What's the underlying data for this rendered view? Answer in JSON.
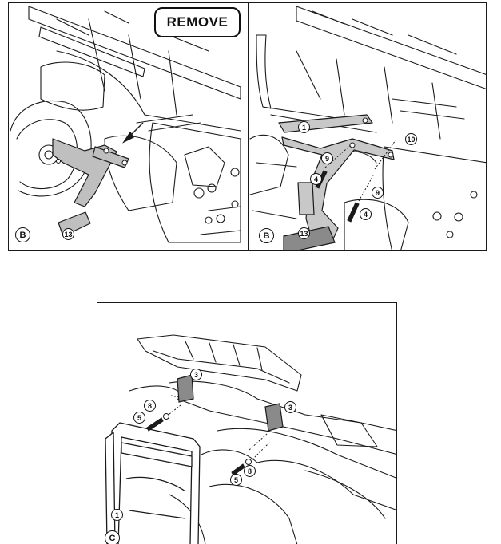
{
  "remove_label": "REMOVE",
  "panels": {
    "b_left": {
      "step": "B",
      "callouts": [
        "13"
      ]
    },
    "b_right": {
      "step": "B",
      "callouts": [
        "1",
        "10",
        "9",
        "4",
        "9",
        "4",
        "13"
      ]
    },
    "c": {
      "step": "C",
      "callouts": [
        "3",
        "3",
        "8",
        "5",
        "8",
        "5",
        "1"
      ]
    }
  },
  "colors": {
    "line": "#1a1a1a",
    "part_fill": "#b9b9b9",
    "accent_fill": "#8a8a8a"
  }
}
